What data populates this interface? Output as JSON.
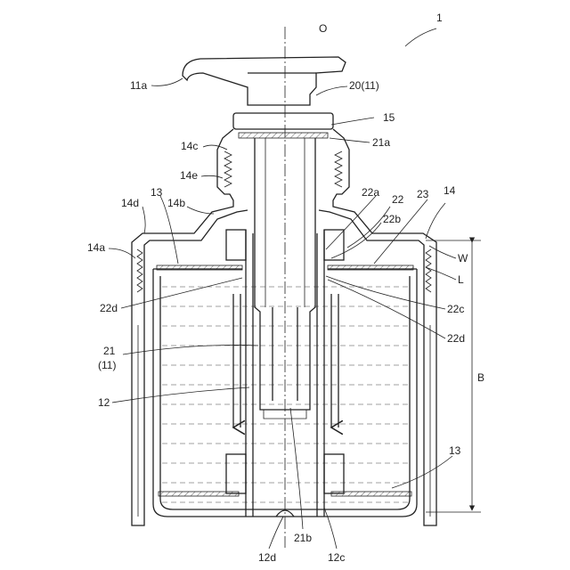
{
  "figure": {
    "labels": {
      "fig_number": "1",
      "axis": "O",
      "l11a": "11a",
      "l20": "20(11)",
      "l15": "15",
      "l14c": "14c",
      "l21a": "21a",
      "l14e": "14e",
      "l13_top": "13",
      "l14d": "14d",
      "l14b": "14b",
      "l22a": "22a",
      "l22": "22",
      "l23": "23",
      "l14": "14",
      "l22b": "22b",
      "l14a": "14a",
      "lW": "W",
      "lL": "L",
      "l22d_left": "22d",
      "l22c": "22c",
      "l22d_right": "22d",
      "l21": "21",
      "l21_sub": "(11)",
      "lB": "B",
      "l12": "12",
      "l13_bottom": "13",
      "l12d": "12d",
      "l21b": "21b",
      "l12c": "12c"
    }
  }
}
